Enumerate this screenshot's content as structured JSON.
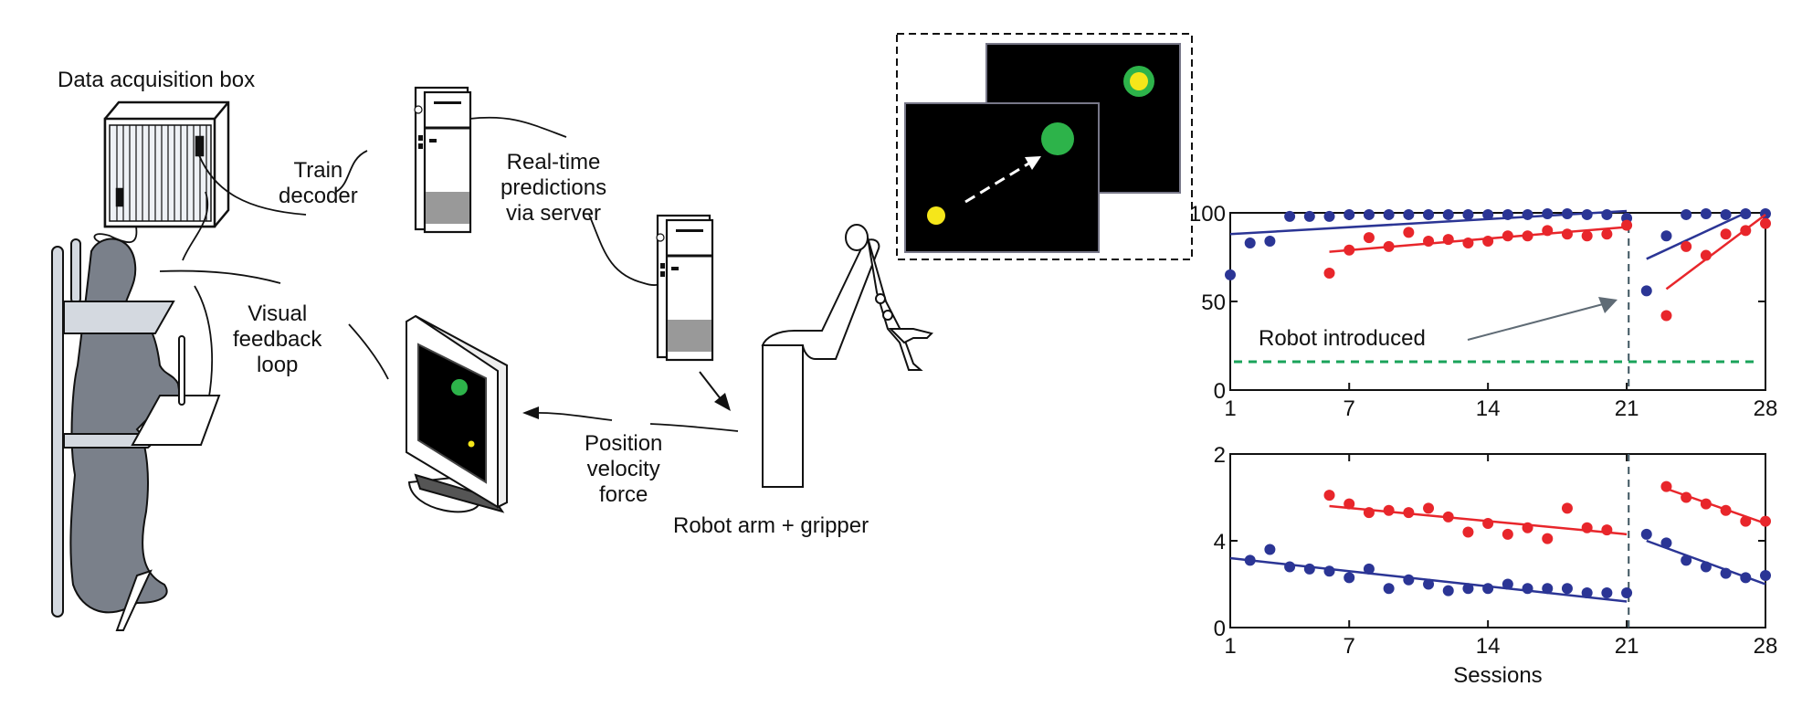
{
  "diagram": {
    "labels": {
      "daq_box": "Data acquisition box",
      "train_decoder": [
        "Train",
        "decoder"
      ],
      "realtime": [
        "Real-time",
        "predictions",
        "via server"
      ],
      "visual_feedback": [
        "Visual",
        "feedback",
        "loop"
      ],
      "pvf": [
        "Position",
        "velocity",
        "force"
      ],
      "robot": "Robot arm + gripper"
    },
    "colors": {
      "target": "#2db34a",
      "cursor": "#f5e61a",
      "monkey": "#7a808a",
      "chair": "#d4d9e0",
      "server_gray": "#999999"
    }
  },
  "chart_data": [
    {
      "type": "scatter",
      "title": "",
      "xlabel": "",
      "ylabel": "",
      "xlim": [
        1,
        28
      ],
      "ylim": [
        0,
        100
      ],
      "xticks": [
        "1",
        "7",
        "14",
        "21",
        "28"
      ],
      "yticks": [
        "0",
        "50",
        "100"
      ],
      "annotation": "Robot introduced",
      "vline_x": 21.1,
      "chance_level": 16,
      "series": [
        {
          "name": "blue",
          "color": "#2b3595",
          "x": [
            1,
            2,
            3,
            4,
            5,
            6,
            7,
            8,
            9,
            10,
            11,
            12,
            13,
            14,
            15,
            16,
            17,
            18,
            19,
            20,
            21,
            22,
            23,
            24,
            25,
            26,
            27,
            28
          ],
          "y": [
            65,
            83,
            84,
            98,
            98,
            98,
            99,
            99,
            99,
            99,
            99,
            99,
            99,
            99,
            99,
            99,
            99.5,
            99.5,
            99,
            99,
            97,
            56,
            87,
            99,
            99.5,
            99,
            99.5,
            99.5
          ],
          "fits": [
            {
              "x": [
                1,
                21
              ],
              "y": [
                88,
                101
              ]
            },
            {
              "x": [
                22,
                27.2
              ],
              "y": [
                74,
                101
              ]
            }
          ]
        },
        {
          "name": "red",
          "color": "#e8262b",
          "x": [
            6,
            7,
            8,
            9,
            10,
            11,
            12,
            13,
            14,
            15,
            16,
            17,
            18,
            19,
            20,
            21,
            23,
            24,
            25,
            26,
            27,
            28
          ],
          "y": [
            66,
            79,
            86,
            81,
            89,
            84,
            85,
            83,
            84,
            87,
            87,
            90,
            88,
            87,
            88,
            93,
            42,
            81,
            76,
            88,
            90,
            94
          ],
          "fits": [
            {
              "x": [
                6,
                21
              ],
              "y": [
                78,
                92
              ]
            },
            {
              "x": [
                23,
                28
              ],
              "y": [
                57,
                99
              ]
            }
          ]
        }
      ]
    },
    {
      "type": "scatter",
      "title": "",
      "xlabel": "Sessions",
      "ylabel": "",
      "xlim": [
        1,
        28
      ],
      "ylim": [
        0,
        8
      ],
      "xticks": [
        "1",
        "7",
        "14",
        "21",
        "28"
      ],
      "yticks": [
        {
          "value": 0,
          "label": "0"
        },
        {
          "value": 4,
          "label": "4"
        },
        {
          "value": 8,
          "label": "2"
        }
      ],
      "vline_x": 21.1,
      "series": [
        {
          "name": "blue",
          "color": "#2b3595",
          "x": [
            2,
            3,
            4,
            5,
            6,
            7,
            8,
            9,
            10,
            11,
            12,
            13,
            14,
            15,
            16,
            17,
            18,
            19,
            20,
            21,
            22,
            23,
            24,
            25,
            26,
            27,
            28
          ],
          "y": [
            3.1,
            3.6,
            2.8,
            2.7,
            2.6,
            2.3,
            2.7,
            1.8,
            2.2,
            2.0,
            1.7,
            1.8,
            1.8,
            2.0,
            1.8,
            1.8,
            1.8,
            1.6,
            1.6,
            1.6,
            4.3,
            3.9,
            3.1,
            2.8,
            2.5,
            2.3,
            2.4
          ],
          "fits": [
            {
              "x": [
                1,
                21
              ],
              "y": [
                3.2,
                1.2
              ]
            },
            {
              "x": [
                22,
                28
              ],
              "y": [
                4.0,
                2.0
              ]
            }
          ]
        },
        {
          "name": "red",
          "color": "#e8262b",
          "x": [
            6,
            7,
            8,
            9,
            10,
            11,
            12,
            13,
            14,
            15,
            16,
            17,
            18,
            19,
            20,
            23,
            24,
            25,
            26,
            27,
            28
          ],
          "y": [
            6.1,
            5.7,
            5.3,
            5.4,
            5.3,
            5.5,
            5.1,
            4.4,
            4.8,
            4.3,
            4.6,
            4.1,
            5.5,
            4.6,
            4.5,
            6.5,
            6.0,
            5.7,
            5.4,
            4.9,
            4.9
          ],
          "fits": [
            {
              "x": [
                6,
                21
              ],
              "y": [
                5.6,
                4.3
              ]
            },
            {
              "x": [
                23,
                28
              ],
              "y": [
                6.4,
                4.8
              ]
            }
          ]
        }
      ]
    }
  ]
}
